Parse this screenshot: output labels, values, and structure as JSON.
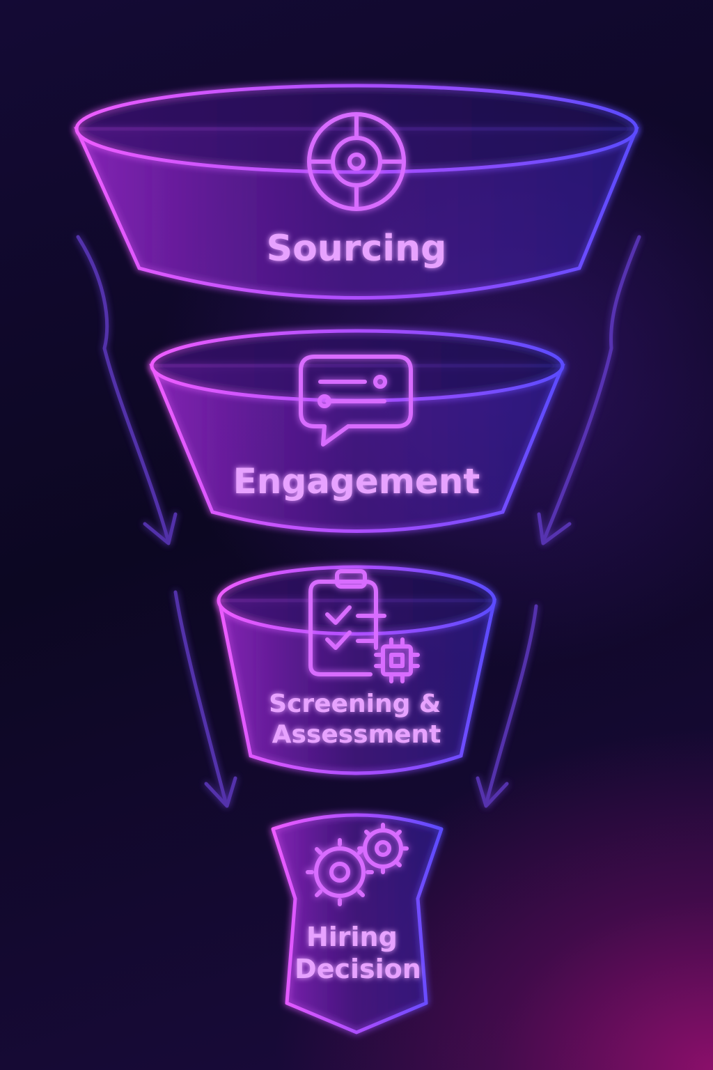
{
  "stages": [
    {
      "label_lines": [
        "Sourcing"
      ],
      "icon": "target-icon"
    },
    {
      "label_lines": [
        "Engagement"
      ],
      "icon": "chat-bubble-sliders-icon"
    },
    {
      "label_lines": [
        "Screening &",
        "Assessment"
      ],
      "icon": "clipboard-checklist-chip-icon"
    },
    {
      "label_lines": [
        "Hiring",
        "Decision"
      ],
      "icon": "gears-icon"
    }
  ],
  "colors": {
    "accent_pink": "#e65cff",
    "accent_violet": "#9a52ff",
    "accent_blue": "#5b4cff",
    "label_text": "#e7a2ff",
    "background_dark": "#0d0724",
    "background_magenta": "#8a0f6a"
  }
}
